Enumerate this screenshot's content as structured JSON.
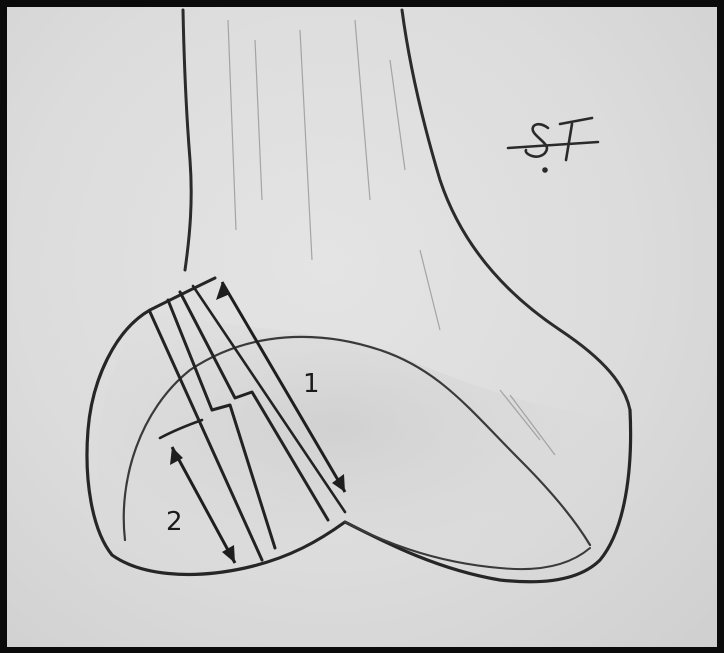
{
  "drawing": {
    "labels": {
      "measurement_1": "1",
      "measurement_2": "2"
    },
    "signature_initials": "SF",
    "colors": {
      "paper": "#dcdcdc",
      "pencil": "#2a2a2a",
      "frame": "#0b0b0b"
    }
  }
}
